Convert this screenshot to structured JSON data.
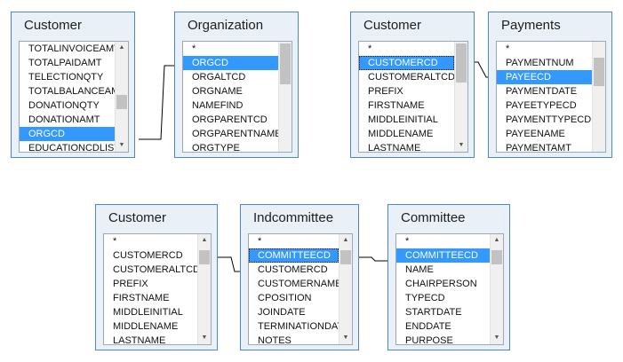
{
  "tables": [
    {
      "id": "t1",
      "title": "Customer",
      "rows": [
        "TOTALINVOICEAMT",
        "TOTALPAIDAMT",
        "TELECTIONQTY",
        "TOTALBALANCEAMT",
        "DONATIONQTY",
        "DONATIONAMT",
        "ORGCD",
        "EDUCATIONCDLIST"
      ],
      "selected": 6
    },
    {
      "id": "t2",
      "title": "Organization",
      "rows": [
        "*",
        "ORGCD",
        "ORGALTCD",
        "ORGNAME",
        "NAMEFIND",
        "ORGPARENTCD",
        "ORGPARENTNAME",
        "ORGTYPE"
      ],
      "selected": 1
    },
    {
      "id": "t3",
      "title": "Customer",
      "rows": [
        "*",
        "CUSTOMERCD",
        "CUSTOMERALTCD",
        "PREFIX",
        "FIRSTNAME",
        "MIDDLEINITIAL",
        "MIDDLENAME",
        "LASTNAME"
      ],
      "selected": 1
    },
    {
      "id": "t4",
      "title": "Payments",
      "rows": [
        "*",
        "PAYMENTNUM",
        "PAYEECD",
        "PAYMENTDATE",
        "PAYEETYPECD",
        "PAYMENTTYPECD",
        "PAYEENAME",
        "PAYMENTAMT"
      ],
      "selected": 2
    },
    {
      "id": "t5",
      "title": "Customer",
      "rows": [
        "*",
        "CUSTOMERCD",
        "CUSTOMERALTCD",
        "PREFIX",
        "FIRSTNAME",
        "MIDDLEINITIAL",
        "MIDDLENAME",
        "LASTNAME"
      ],
      "selected": -1
    },
    {
      "id": "t6",
      "title": "Indcommittee",
      "rows": [
        "*",
        "COMMITTEECD",
        "CUSTOMERCD",
        "CUSTOMERNAME",
        "CPOSITION",
        "JOINDATE",
        "TERMINATIONDATE",
        "NOTES"
      ],
      "selected": 1
    },
    {
      "id": "t7",
      "title": "Committee",
      "rows": [
        "*",
        "COMMITTEECD",
        "NAME",
        "CHAIRPERSON",
        "TYPECD",
        "STARTDATE",
        "ENDDATE",
        "PURPOSE"
      ],
      "selected": 1
    }
  ],
  "colors": {
    "frame_border": "#4f86c6",
    "frame_bg": "#e9f0f7",
    "selection": "#3399ff"
  },
  "icons": {
    "scroll_up": "▲",
    "scroll_down": "▼"
  }
}
